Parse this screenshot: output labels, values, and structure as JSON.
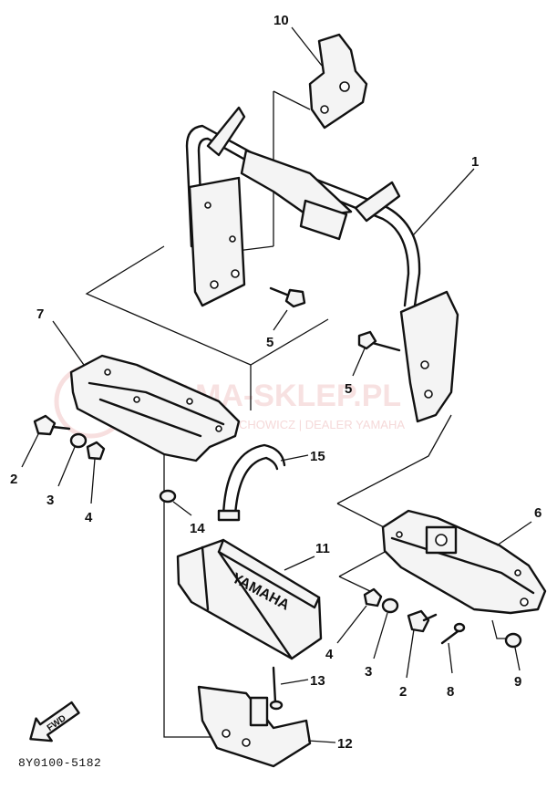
{
  "callouts": {
    "c1": "1",
    "c2a": "2",
    "c2b": "2",
    "c3a": "3",
    "c3b": "3",
    "c4a": "4",
    "c4b": "4",
    "c5a": "5",
    "c5b": "5",
    "c6": "6",
    "c7": "7",
    "c8": "8",
    "c9": "9",
    "c10": "10",
    "c11": "11",
    "c12": "12",
    "c13": "13",
    "c14": "14",
    "c15": "15"
  },
  "watermark": {
    "brand": "YAMA-SKLEP.PL",
    "dealer": "CHOWICZ | DEALER YAMAHA"
  },
  "battery_label": "YAMAHA",
  "front_arrow_label": "FWD",
  "reference_code": "8Y0100-5182"
}
